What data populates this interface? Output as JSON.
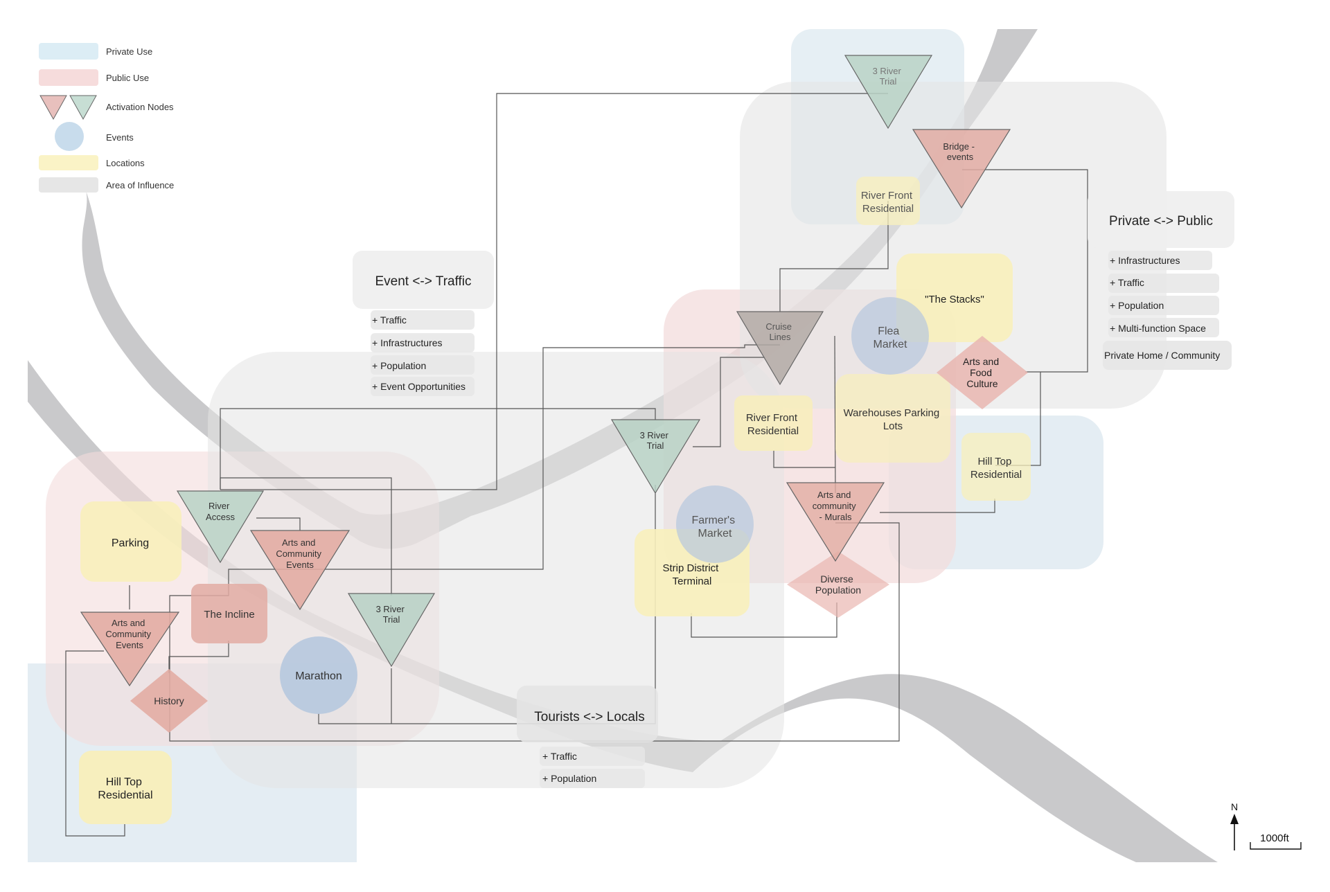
{
  "legend": {
    "items": [
      {
        "label": "Private Use",
        "color": "#dcedf5",
        "symbol": "rect"
      },
      {
        "label": "Public Use",
        "color": "#f6dcdc",
        "symbol": "rect"
      },
      {
        "label": "Activation Nodes",
        "color": "#e8c0bd",
        "color2": "#c7ded4",
        "symbol": "triangles"
      },
      {
        "label": "Events",
        "color": "#c8dcec",
        "symbol": "circle"
      },
      {
        "label": "Locations",
        "color": "#faf3c6",
        "symbol": "rect"
      },
      {
        "label": "Area of Influence",
        "color": "#e6e6e6",
        "symbol": "rect"
      }
    ]
  },
  "colors": {
    "river": "#c9c9cb",
    "private_zone": "#dde9f0",
    "public_zone": "#f3dcdc",
    "influence": "#e4e4e4",
    "location": "#f8efbb",
    "node_red": "#e2aca3",
    "node_green": "#b9d2c6",
    "node_dark": "#b3aaa6",
    "event_circle": "#b6c8de",
    "diamond": "#e9b6b0",
    "line": "#555555"
  },
  "callouts": {
    "event_traffic": {
      "title": "Event <-> Traffic",
      "items": [
        "+ Traffic",
        "+ Infrastructures",
        "+ Population",
        "+ Event Opportunities"
      ]
    },
    "private_public": {
      "title": "Private <-> Public",
      "items": [
        "+ Infrastructures",
        "+ Traffic",
        "+ Population",
        "+ Multi-function Space",
        "Private Home / Community"
      ]
    },
    "tourists_locals": {
      "title": "Tourists <-> Locals",
      "items": [
        "+ Traffic",
        "+ Population"
      ]
    }
  },
  "nodes": {
    "trial_top": [
      "3 River",
      "Trial"
    ],
    "bridge_events": [
      "Bridge -",
      "events"
    ],
    "cruise_lines": [
      "Cruise",
      "Lines"
    ],
    "trial_center": [
      "3 River",
      "Trial"
    ],
    "murals": [
      "Arts and",
      "community",
      "- Murals"
    ],
    "river_access": [
      "River",
      "Access"
    ],
    "arts_events_a": [
      "Arts and",
      "Community",
      "Events"
    ],
    "trial_left": [
      "3 River",
      "Trial"
    ],
    "arts_events_b": [
      "Arts and",
      "Community",
      "Events"
    ]
  },
  "locations": {
    "riverfront_top": [
      "River Front",
      "Residential"
    ],
    "stacks": [
      "\"The Stacks\""
    ],
    "riverfront_mid": [
      "River Front",
      "Residential"
    ],
    "warehouses": [
      "Warehouses Parking",
      "Lots"
    ],
    "hilltop_right": [
      "Hill Top",
      "Residential"
    ],
    "strip_district": [
      "Strip District",
      "Terminal"
    ],
    "parking": [
      "Parking"
    ],
    "incline": [
      "The Incline"
    ],
    "hilltop_left": [
      "Hill Top",
      "Residential"
    ]
  },
  "events": {
    "flea": [
      "Flea",
      "Market"
    ],
    "farmers": [
      "Farmer's",
      "Market"
    ],
    "marathon": [
      "Marathon"
    ]
  },
  "diamonds": {
    "food_culture": [
      "Arts and",
      "Food",
      "Culture"
    ],
    "diverse": [
      "Diverse",
      "Population"
    ],
    "history": [
      "History"
    ]
  },
  "north_label": "N",
  "scale_label": "1000ft"
}
